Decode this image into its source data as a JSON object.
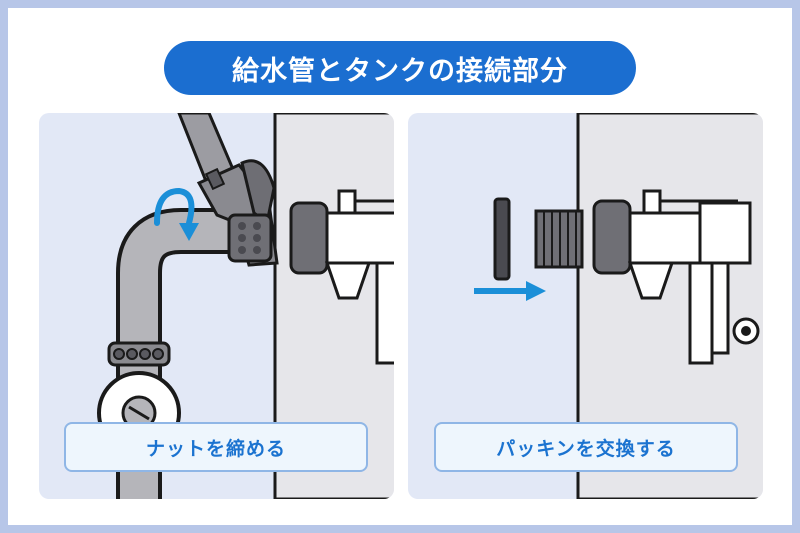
{
  "title": "給水管とタンクの接続部分",
  "panels": [
    {
      "caption": "ナットを締める",
      "illustration": "wrench-tightening-nut",
      "arrow": "rotate-arrow"
    },
    {
      "caption": "パッキンを交換する",
      "illustration": "packing-replacement",
      "arrow": "right-arrow"
    }
  ],
  "colors": {
    "frame": "#b7c6e8",
    "title_bg": "#1b6ed0",
    "panel_bg": "#e2e8f6",
    "tank": "#e6e6ea",
    "accent": "#1b8fd8",
    "caption_text": "#1b73d0"
  }
}
